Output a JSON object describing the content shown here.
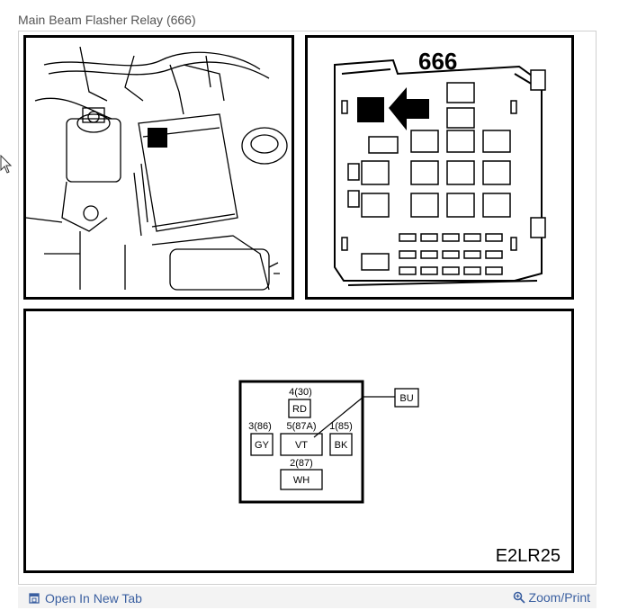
{
  "title": "Main Beam Flasher Relay (666)",
  "figure": {
    "relay_number": "666",
    "figure_code": "E2LR25",
    "connector_top_extra": "BU",
    "pins": [
      {
        "pin": "4(30)",
        "color": "RD"
      },
      {
        "pin": "3(86)",
        "color": "GY"
      },
      {
        "pin": "5(87A)",
        "color": "VT"
      },
      {
        "pin": "1(85)",
        "color": "BK"
      },
      {
        "pin": "2(87)",
        "color": "WH"
      }
    ]
  },
  "footer": {
    "open_label": "Open In New Tab",
    "zoom_label": "Zoom/Print"
  },
  "icons": {
    "open": "open-in-new-tab-icon",
    "zoom": "zoom-icon",
    "cursor": "mouse-pointer-icon"
  },
  "colors": {
    "link": "#3a5fa0",
    "footer_bg": "#f3f3f3"
  }
}
